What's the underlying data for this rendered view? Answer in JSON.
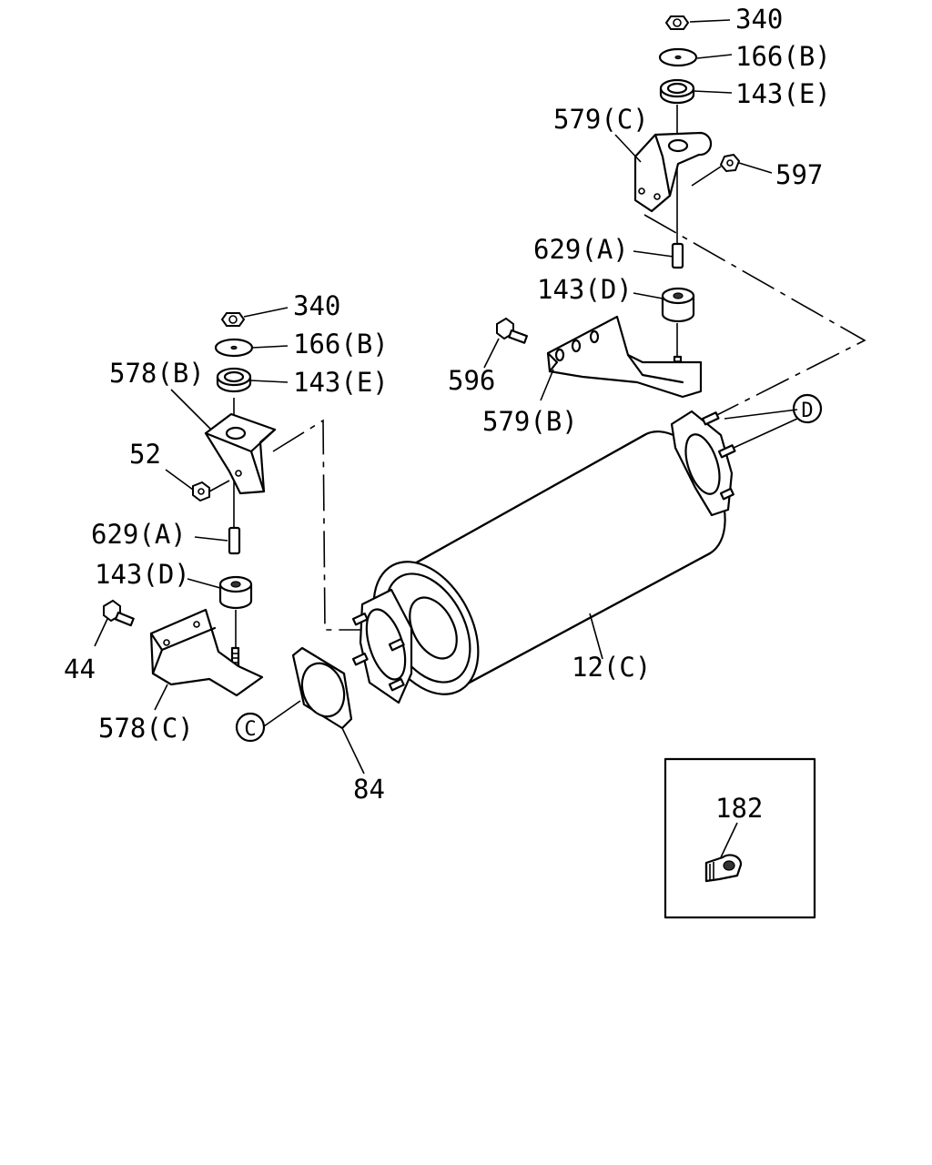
{
  "labels": {
    "top_right_340": "340",
    "top_right_166b": "166(B)",
    "top_right_143e": "143(E)",
    "top_right_579c": "579(C)",
    "top_right_597": "597",
    "top_right_629a": "629(A)",
    "top_right_143d": "143(D)",
    "top_right_596": "596",
    "top_right_579b": "579(B)",
    "left_340": "340",
    "left_166b": "166(B)",
    "left_578b": "578(B)",
    "left_143e": "143(E)",
    "left_52": "52",
    "left_629a": "629(A)",
    "left_143d": "143(D)",
    "left_44": "44",
    "left_578c": "578(C)",
    "muffler_12c": "12(C)",
    "gasket_84": "84",
    "ref_c": "C",
    "ref_d": "D",
    "inset_182": "182"
  }
}
